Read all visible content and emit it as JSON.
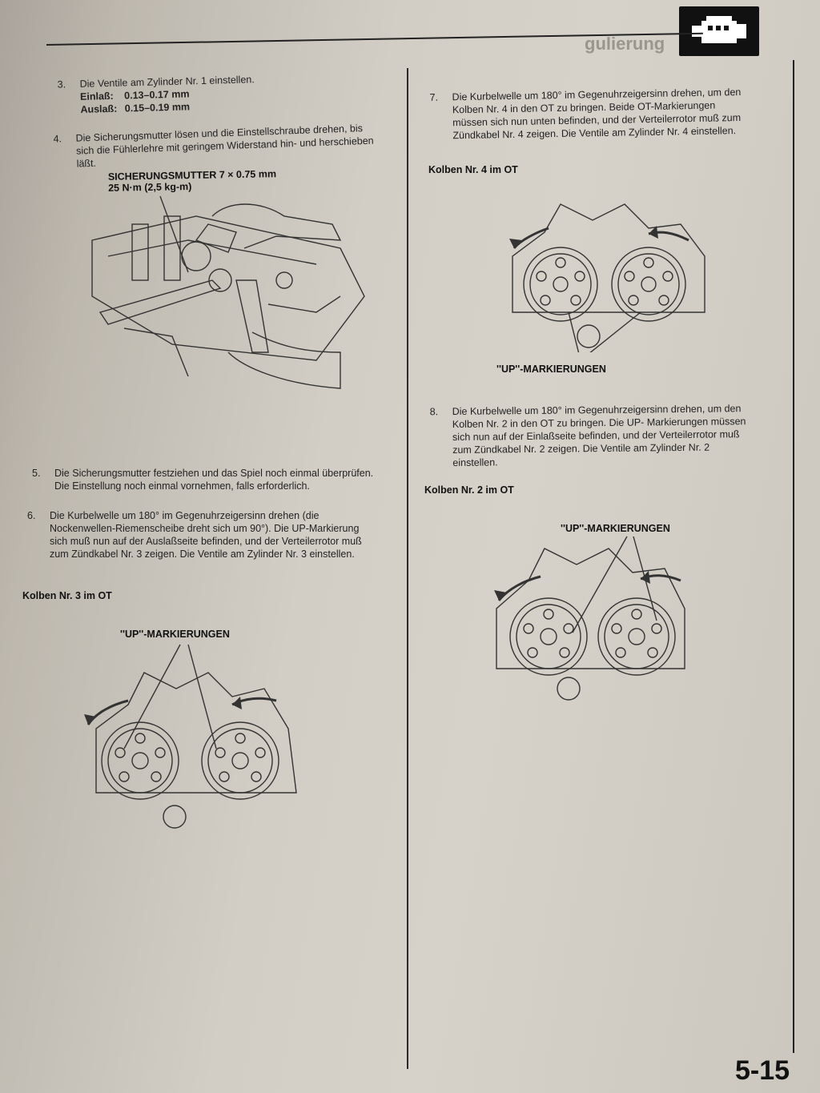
{
  "header": {
    "section_faint": "gulierung",
    "icon": "engine-icon",
    "page_number": "5-15"
  },
  "left_column": {
    "step3": {
      "num": "3.",
      "text": "Die Ventile am Zylinder Nr. 1 einstellen.",
      "einlass_label": "Einlaß:",
      "einlass_value": "0.13–0.17 mm",
      "auslass_label": "Auslaß:",
      "auslass_value": "0.15–0.19 mm"
    },
    "step4": {
      "num": "4.",
      "text": "Die Sicherungsmutter lösen und die Einstellschraube drehen, bis sich die Fühlerlehre mit geringem Widerstand hin- und herschieben läßt."
    },
    "figure1": {
      "label_line1": "SICHERUNGSMUTTER 7 × 0.75 mm",
      "label_line2": "25 N·m (2,5 kg-m)"
    },
    "step5": {
      "num": "5.",
      "text": "Die Sicherungsmutter festziehen und das Spiel noch einmal überprüfen. Die Einstellung noch einmal vornehmen, falls erforderlich."
    },
    "step6": {
      "num": "6.",
      "text": "Die Kurbelwelle um 180° im Gegenuhrzeigersinn drehen (die Nockenwellen-Riemenscheibe dreht sich um 90°). Die UP-Markierung sich muß nun auf der Auslaßseite befinden, und der Verteilerrotor muß zum Zündkabel Nr. 3 zeigen. Die Ventile am Zylinder Nr. 3 einstellen."
    },
    "figure2": {
      "title": "Kolben Nr. 3 im OT",
      "marks_label": "''UP''-MARKIERUNGEN"
    }
  },
  "right_column": {
    "step7": {
      "num": "7.",
      "text": "Die Kurbelwelle um 180° im Gegenuhrzeigersinn drehen, um den Kolben Nr. 4 in den OT zu bringen. Beide OT-Markierungen müssen sich nun unten befinden, und der Verteilerrotor muß zum Zündkabel Nr. 4 zeigen. Die Ventile am Zylinder Nr. 4 einstellen."
    },
    "figure3": {
      "title": "Kolben Nr. 4 im OT",
      "marks_label": "''UP''-MARKIERUNGEN"
    },
    "step8": {
      "num": "8.",
      "text": "Die Kurbelwelle um 180° im Gegenuhrzeigersinn drehen, um den Kolben Nr. 2 in den OT zu bringen. Die UP- Markierungen müssen sich nun auf der Einlaßseite befinden, und der Verteilerrotor muß zum Zündkabel Nr. 2 zeigen. Die Ventile am Zylinder Nr. 2 einstellen."
    },
    "figure4": {
      "title": "Kolben Nr. 2 im OT",
      "marks_label": "''UP''-MARKIERUNGEN"
    }
  }
}
